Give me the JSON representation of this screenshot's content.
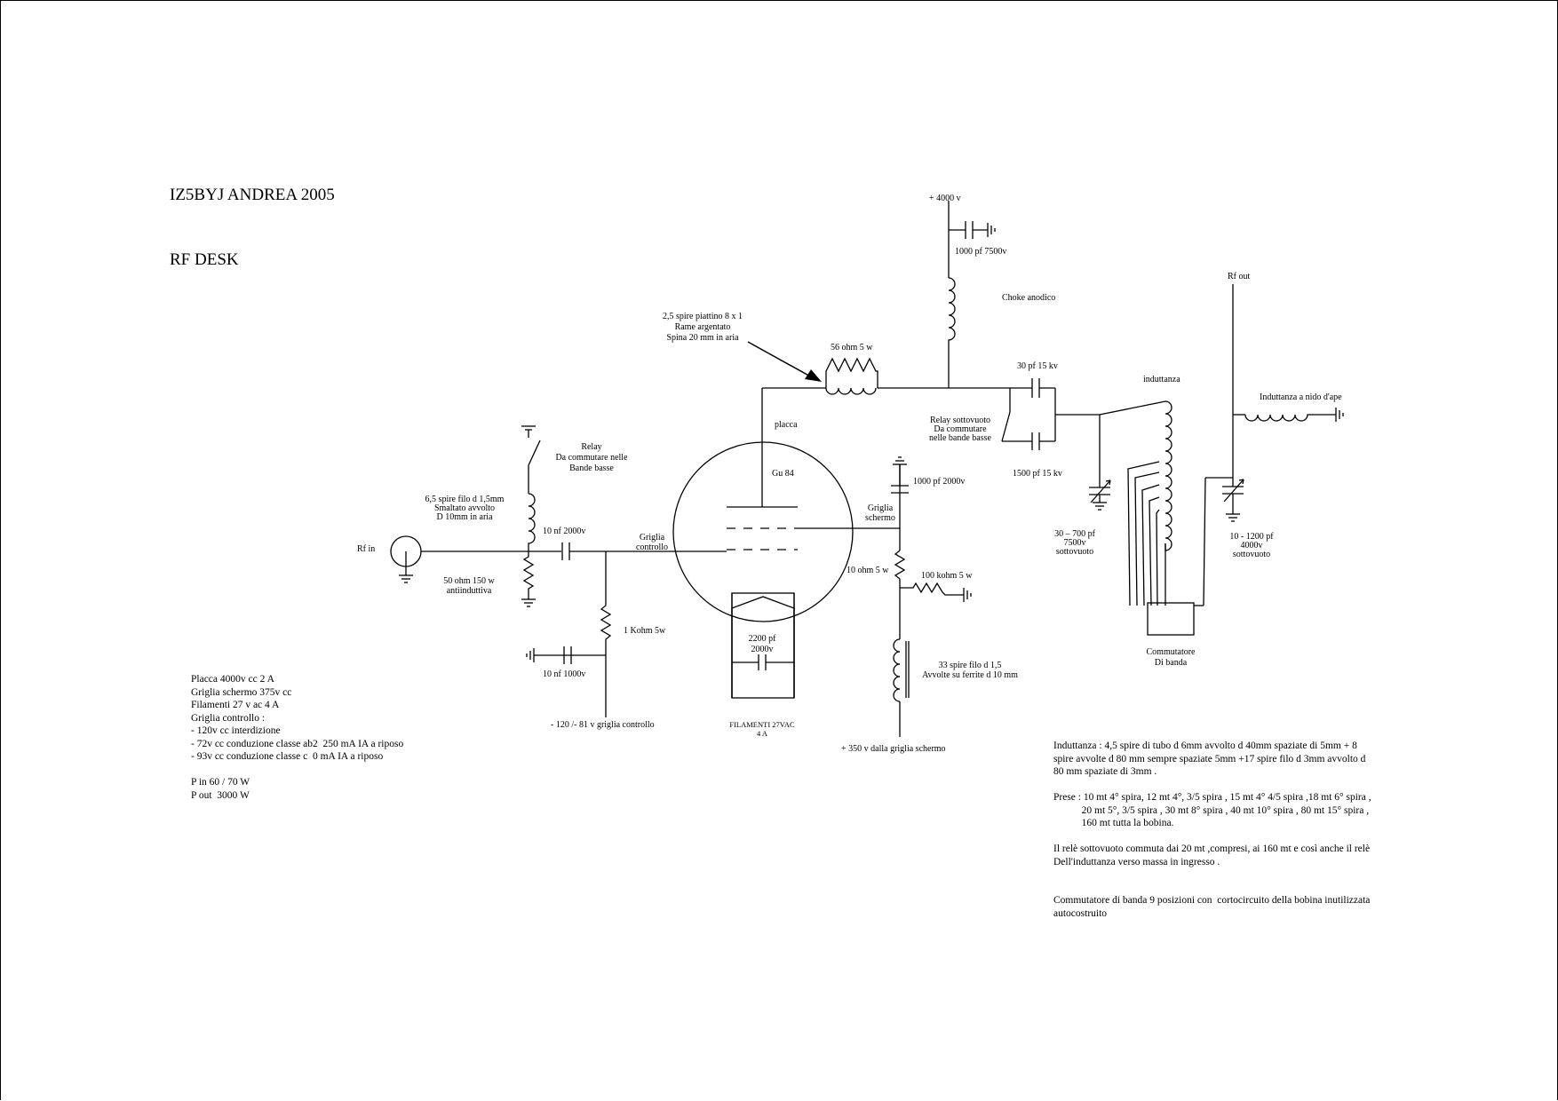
{
  "header": {
    "title": "IZ5BYJ  ANDREA 2005",
    "subtitle": "RF DESK"
  },
  "labels": {
    "hv_supply": "+ 4000 v",
    "hv_cap": "1000 pf  7500v",
    "anode_choke": "Choke anodico",
    "rf_out": "Rf out",
    "strip_coil_1": "2,5 spire piattino 8 x 1",
    "strip_coil_2": "Rame argentato",
    "strip_coil_3": "Spina 20 mm in aria",
    "res_56": "56 ohm 5 w",
    "cap_30": "30 pf 15 kv",
    "cap_1500": "1500 pf 15 kv",
    "relay_vac_1": "Relay sottovuoto",
    "relay_vac_2": "Da commutare",
    "relay_vac_3": "nelle bande basse",
    "induttanza": "induttanza",
    "beehive": "Induttanza a nido d'ape",
    "placca": "placca",
    "tube": "Gu 84",
    "relay_1": "Relay",
    "relay_2": "Da commutare nelle",
    "relay_3": "Bande basse",
    "in_coil_1": "6,5 spire filo d 1,5mm",
    "in_coil_2": "Smaltato avvolto",
    "in_coil_3": "D 10mm in aria",
    "cap_10nf_a": "10  nf 2000v",
    "grid_ctrl_1": "Griglia",
    "grid_ctrl_2": "controllo",
    "rf_in": "Rf in",
    "res_50_1": "50 ohm 150 w",
    "res_50_2": "antiinduttiva",
    "res_1k": "1 Kohm  5w",
    "cap_10nf_b": "10  nf 1000v",
    "bias": "- 120 /- 81 v griglia controllo",
    "cap_1000_screen": "1000 pf  2000v",
    "screen_1": "Griglia",
    "screen_2": "schermo",
    "res_10": "10 ohm 5 w",
    "res_100k": "100 kohm 5 w",
    "fil_cap_1": "2200 pf",
    "fil_cap_2": "2000v",
    "filament_1": "FILAMENTI  27VAC",
    "filament_2": "4 A",
    "screen_coil_1": "33 spire filo d 1,5",
    "screen_coil_2": "Avvolte su ferrite d 10 mm",
    "screen_supply": "+ 350 v  dalla griglia schermo",
    "tune_cap_1": "30 – 700 pf",
    "tune_cap_2": "7500v",
    "tune_cap_3": "sottovuoto",
    "load_cap_1": "10 - 1200 pf",
    "load_cap_2": "4000v",
    "load_cap_3": "sottovuoto",
    "band_switch_1": "Commutatore",
    "band_switch_2": "Di banda"
  },
  "specs": [
    "Placca 4000v cc 2 A",
    "Griglia schermo 375v cc",
    "Filamenti 27 v ac 4 A",
    "Griglia controllo :",
    "- 120v cc interdizione",
    "- 72v cc conduzione classe ab2  250 mA IA a riposo",
    "- 93v cc conduzione classe c  0 mA IA a riposo",
    "",
    "P in 60 / 70 W",
    "P out  3000 W"
  ],
  "notes": [
    "Induttanza : 4,5 spire di tubo d 6mm avvolto d 40mm spaziate di 5mm + 8",
    "spire avvolte d 80 mm sempre spaziate 5mm +17 spire filo d 3mm avvolto d",
    "80 mm spaziate di 3mm .",
    "",
    "Prese : 10 mt 4° spira, 12 mt 4°, 3/5 spira , 15 mt 4° 4/5 spira ,18 mt 6° spira ,",
    "           20 mt 5°, 3/5 spira , 30 mt 8° spira , 40 mt 10° spira , 80 mt 15° spira ,",
    "           160 mt tutta la bobina.",
    "",
    "Il relè sottovuoto commuta dai 20 mt ,compresi, ai 160 mt e così anche il relè",
    "Dell'induttanza verso massa in ingresso .",
    "",
    "",
    "Commutatore di banda 9 posizioni con  cortocircuito della bobina inutilizzata",
    "autocostruito"
  ]
}
